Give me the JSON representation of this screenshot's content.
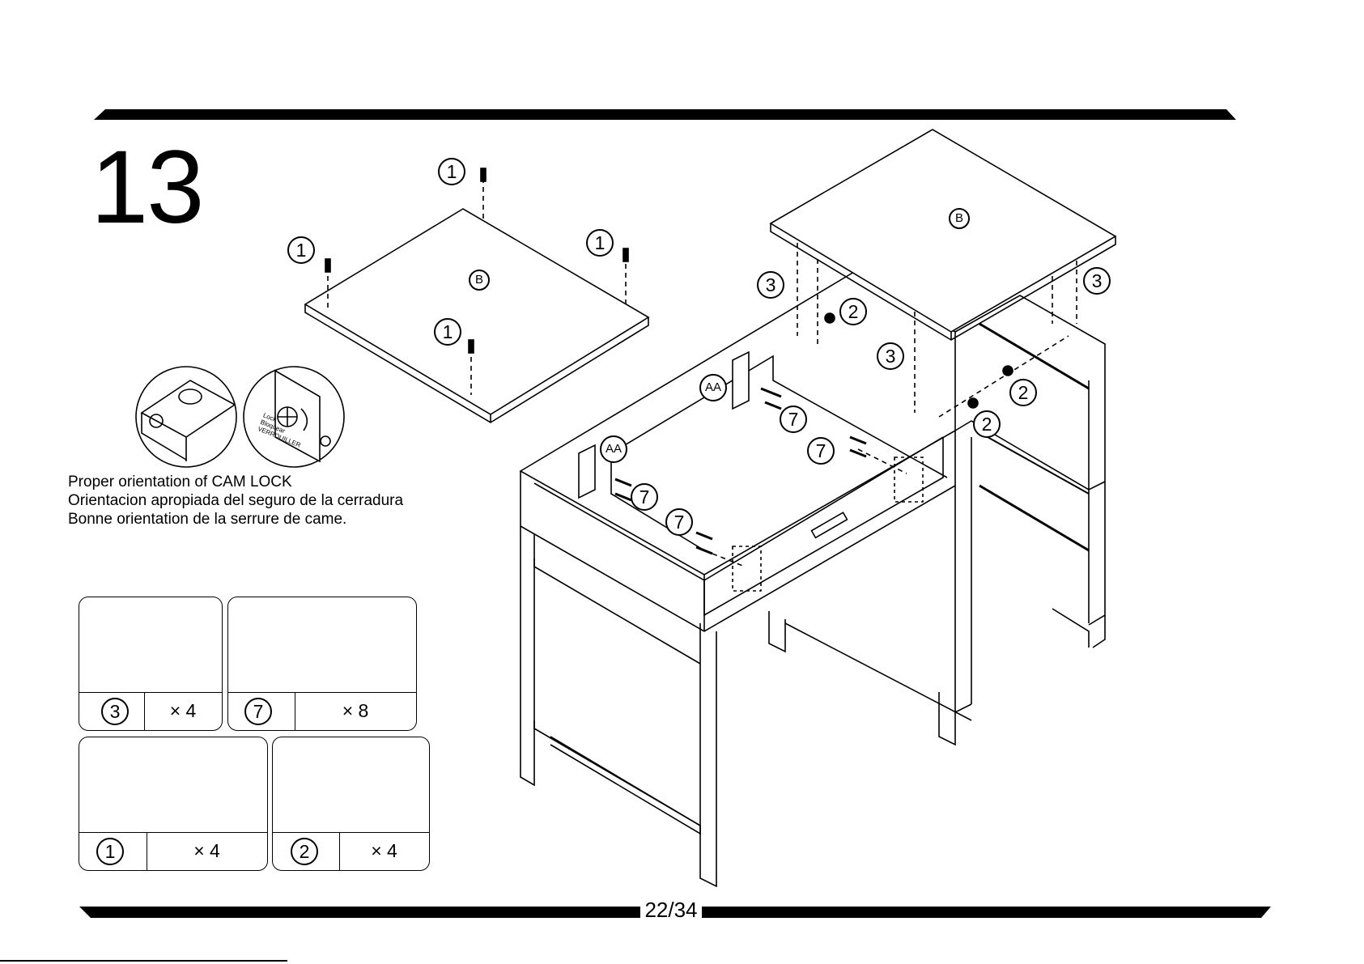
{
  "step": {
    "number": "13"
  },
  "cam_lock": {
    "lines": [
      "Proper orientation of CAM LOCK",
      "Orientacion apropiada del seguro de la cerradura",
      "Bonne orientation de la serrure de came."
    ],
    "icon_labels": [
      "Lock",
      "Bloquear",
      "VERROUILLER"
    ]
  },
  "parts": [
    {
      "id": "3",
      "qty": "× 4",
      "icon": "dowel-icon"
    },
    {
      "id": "7",
      "qty": "× 8",
      "icon": "screw-icon"
    },
    {
      "id": "1",
      "qty": "× 4",
      "icon": "cam-bolt-icon"
    },
    {
      "id": "2",
      "qty": "× 4",
      "icon": "cam-lock-icon"
    }
  ],
  "panel_labels": {
    "top_panel": "B",
    "bracket": "AA"
  },
  "callouts": [
    "1",
    "1",
    "1",
    "1",
    "3",
    "2",
    "3",
    "3",
    "2",
    "2",
    "7",
    "7",
    "7",
    "7"
  ],
  "footer": {
    "page": "22/34"
  }
}
